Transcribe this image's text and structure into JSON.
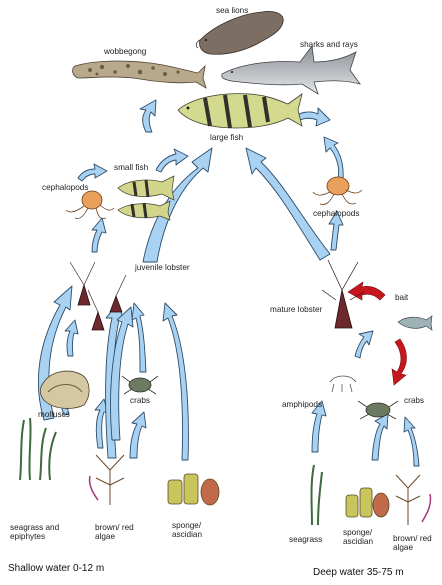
{
  "organisms": {
    "sea_lions": "sea lions",
    "wobbegong": "wobbegong",
    "sharks_and_rays": "sharks and rays",
    "large_fish": "large fish",
    "small_fish": "small fish",
    "cephalopods_left": "cephalopods",
    "cephalopods_right": "cephalopods",
    "juvenile_lobster": "juvenile lobster",
    "mature_lobster": "mature lobster",
    "bait": "bait",
    "molluscs": "molluscs",
    "crabs_left": "crabs",
    "crabs_right": "crabs",
    "amphipods": "amphipods",
    "seagrass_and_epiphytes": "seagrass and\nepiphytes",
    "brown_red_algae_left": "brown/ red\nalgae",
    "sponge_ascidian_left": "sponge/\nascidian",
    "seagrass_right": "seagrass",
    "sponge_ascidian_right": "sponge/\nascidian",
    "brown_red_algae_right": "brown/ red\nalgae"
  },
  "zones": {
    "shallow": "Shallow water 0-12 m",
    "deep": "Deep water 35-75 m"
  },
  "colors": {
    "arrow_fill": "#a9d2f2",
    "arrow_stroke": "#2c4d6b",
    "bait_arrow": "#c8161d"
  }
}
